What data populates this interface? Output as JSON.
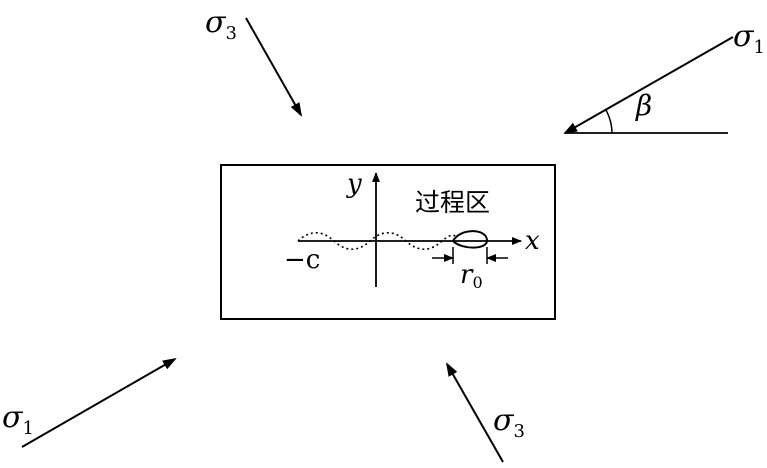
{
  "stress_labels": {
    "sigma3_top": {
      "symbol": "σ",
      "subscript": "3"
    },
    "sigma1_right": {
      "symbol": "σ",
      "subscript": "1"
    },
    "sigma1_left": {
      "symbol": "σ",
      "subscript": "1"
    },
    "sigma3_bottom": {
      "symbol": "σ",
      "subscript": "3"
    }
  },
  "angle_label": "β",
  "axes": {
    "x_label": "x",
    "y_label": "y"
  },
  "crack_start_label": "−c",
  "process_zone_label": "过程区",
  "process_zone_size": {
    "symbol": "r",
    "subscript": "0"
  }
}
